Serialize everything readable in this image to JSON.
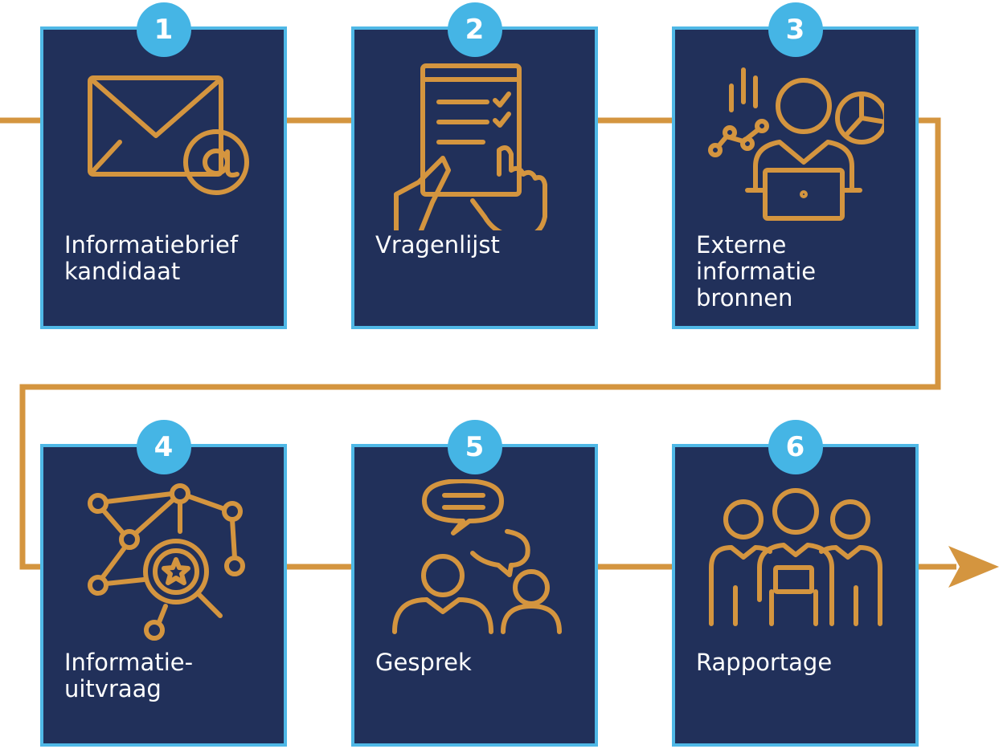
{
  "colors": {
    "navy": "#21305a",
    "border": "#4fb8e6",
    "badge": "#45b5e5",
    "line": "#d4953f"
  },
  "steps": [
    {
      "number": "1",
      "label": "Informatiebrief kandidaat",
      "icon": "envelope-at-icon"
    },
    {
      "number": "2",
      "label": "Vragenlijst",
      "icon": "checklist-tablet-icon"
    },
    {
      "number": "3",
      "label": "Externe informatie bronnen",
      "icon": "person-laptop-analytics-icon"
    },
    {
      "number": "4",
      "label": "Informatie-uitvraag",
      "icon": "network-search-icon"
    },
    {
      "number": "5",
      "label": "Gesprek",
      "icon": "conversation-icon"
    },
    {
      "number": "6",
      "label": "Rapportage",
      "icon": "team-report-icon"
    }
  ]
}
